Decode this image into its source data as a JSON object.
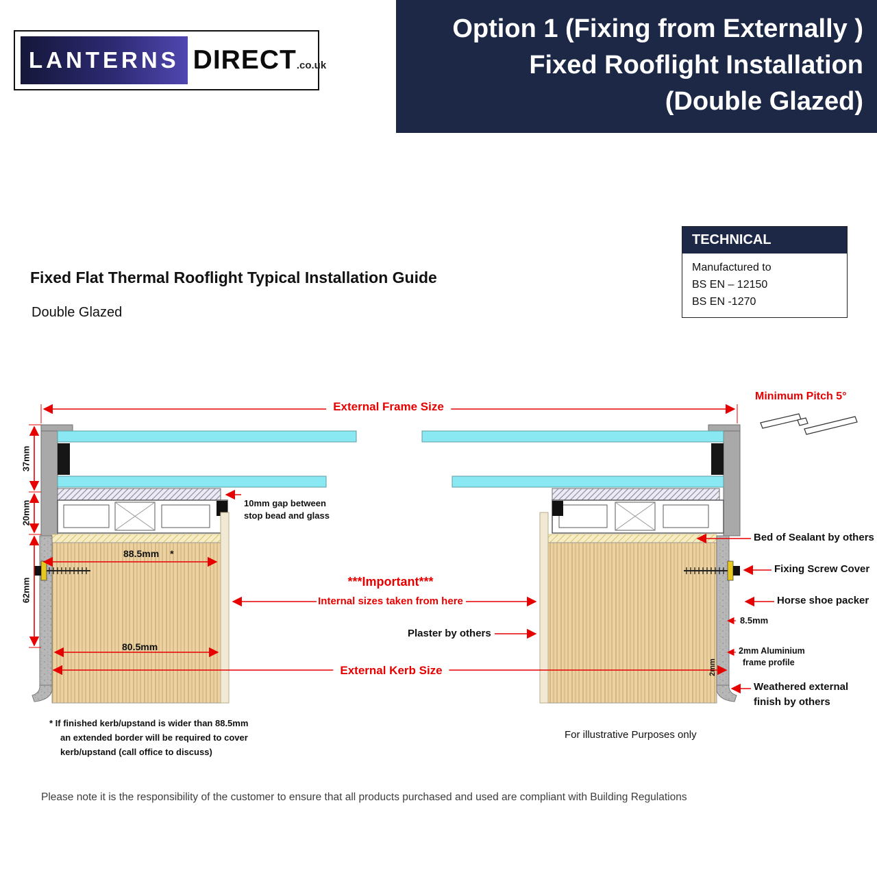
{
  "logo": {
    "name": "LANTERNS",
    "name2": "DIRECT",
    "suffix": ".co.uk"
  },
  "banner": {
    "line1": "Option 1 (Fixing from Externally )",
    "line2": "Fixed Rooflight Installation",
    "line3": "(Double Glazed)"
  },
  "doc": {
    "title": "Fixed Flat Thermal Rooflight Typical Installation Guide",
    "subtitle": "Double Glazed"
  },
  "technical": {
    "header": "TECHNICAL",
    "lines": [
      "Manufactured to",
      "BS EN – 12150",
      "BS EN -1270"
    ]
  },
  "diagram": {
    "external_frame_size": "External Frame Size",
    "minimum_pitch": "Minimum Pitch 5°",
    "dim_37": "37mm",
    "dim_20": "20mm",
    "dim_62": "62mm",
    "dim_885": "88.5mm",
    "dim_885_note": "*",
    "dim_805": "80.5mm",
    "gap_note_line1": "10mm gap between",
    "gap_note_line2": "stop bead and glass",
    "important": "***Important***",
    "internal_sizes": "Internal sizes taken from here",
    "plaster": "Plaster by others",
    "external_kerb_size": "External Kerb Size",
    "bed_of_sealant": "Bed of Sealant by others",
    "fixing_screw_cover": "Fixing Screw Cover",
    "horse_shoe_packer": "Horse shoe packer",
    "dim_85": "8.5mm",
    "alu_frame_line1": "2mm Aluminium",
    "alu_frame_line2": "frame profile",
    "weathered_line1": "Weathered external",
    "weathered_line2": "finish by others",
    "dim_2mm": "2mm"
  },
  "footnote": {
    "line1": "* If finished kerb/upstand is wider than 88.5mm",
    "line2": "an extended border will be required to cover",
    "line3": "kerb/upstand (call office to discuss)"
  },
  "notes": {
    "illustrative": "For illustrative Purposes only",
    "footer": "Please note it is the responsibility of the customer to ensure that all products purchased and used are compliant with Building Regulations"
  },
  "colors": {
    "banner_navy": "#1c2845",
    "accent_red": "#e60000",
    "glass_cyan": "#8ae8f2",
    "wood_tan": "#ecd3a4",
    "sealant_cream": "#f7edc4"
  }
}
